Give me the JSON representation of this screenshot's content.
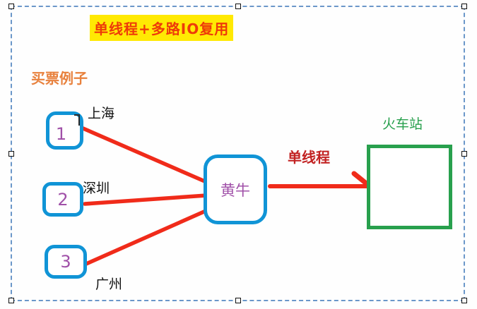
{
  "title": {
    "text": "单线程+多路IO复用",
    "text_color": "#ee3a09",
    "highlight_color": "#ffe903"
  },
  "subtitle": {
    "text": "买票例子",
    "color": "#e8813d"
  },
  "diagram": {
    "clients": [
      {
        "id": "1",
        "city": "上海"
      },
      {
        "id": "2",
        "city": "深圳"
      },
      {
        "id": "3",
        "city": "广州"
      }
    ],
    "broker": {
      "label": "黄牛"
    },
    "station": {
      "label": "火车站"
    },
    "arrow_label": "单线程",
    "edges": [
      {
        "from": "client-1",
        "to": "broker"
      },
      {
        "from": "client-2",
        "to": "broker"
      },
      {
        "from": "client-3",
        "to": "broker"
      },
      {
        "from": "broker",
        "to": "station",
        "label": "单线程",
        "arrow": true
      }
    ],
    "colors": {
      "node_border": "#1094d6",
      "node_number": "#a050a8",
      "edge": "#f02b1a",
      "station_border": "#28a04d",
      "station_label": "#28a04d",
      "city_label": "#111111",
      "arrow_label": "#c22222"
    }
  }
}
